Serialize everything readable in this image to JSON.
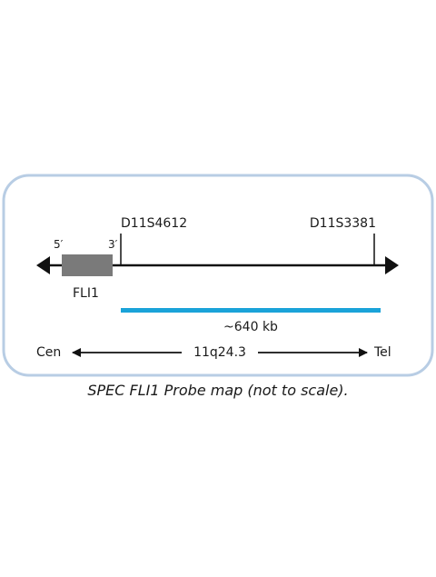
{
  "colors": {
    "frame": "#b8cde4",
    "line": "#111111",
    "gene_box": "#7a7a7a",
    "probe": "#1aa3d9"
  },
  "gene": {
    "name": "FLI1",
    "five_prime": "5′",
    "three_prime": "3′"
  },
  "markers": {
    "left": "D11S4612",
    "right": "D11S3381"
  },
  "probe": {
    "size_label": "~640 kb"
  },
  "chromosome": {
    "left_label": "Cen",
    "band_label": "11q24.3",
    "right_label": "Tel"
  },
  "caption": "SPEC FLI1 Probe map (not to scale)."
}
